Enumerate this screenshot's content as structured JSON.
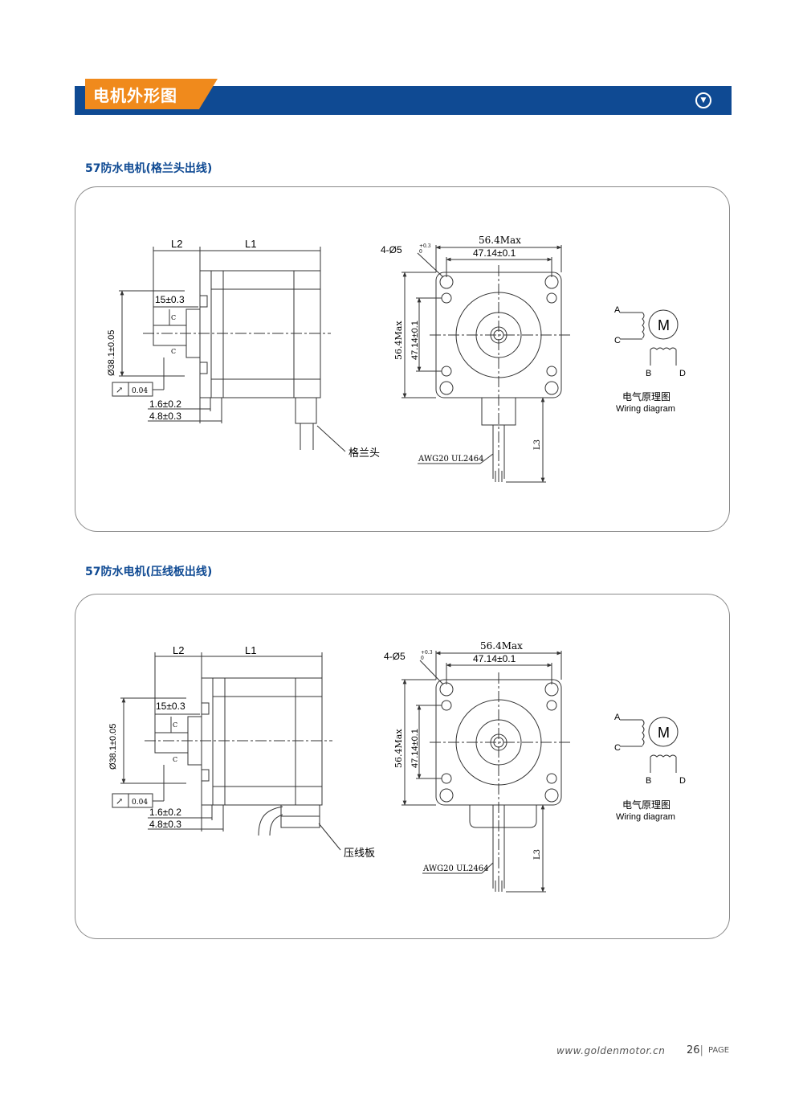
{
  "header": {
    "title": "电机外形图",
    "icon": "chevron-down-circle-icon",
    "bar_color": "#0f4a93",
    "tab_color": "#f08a1c"
  },
  "sections": [
    {
      "title": "57防水电机(格兰头出线)",
      "side_view": {
        "l2": "L2",
        "l1": "L1",
        "shaft_len": "15±0.3",
        "flat": "C",
        "pilot_dia": "Ø38.1±0.05",
        "runout_symbol": "↗",
        "runout": "0.04",
        "dim_a": "1.6±0.2",
        "dim_b": "4.8±0.3",
        "callout": "格兰头"
      },
      "front_view": {
        "holes": "4-Ø5",
        "hole_tol_upper": "+0.3",
        "hole_tol_lower": "0",
        "width_max": "56.4Max",
        "hole_pitch": "47.14±0.1",
        "height_max": "56.4Max",
        "hole_pitch_v": "47.14±0.1",
        "cable": "AWG20 UL2464",
        "lead_len": "L3"
      }
    },
    {
      "title": "57防水电机(压线板出线)",
      "side_view": {
        "l2": "L2",
        "l1": "L1",
        "shaft_len": "15±0.3",
        "flat": "C",
        "pilot_dia": "Ø38.1±0.05",
        "runout_symbol": "↗",
        "runout": "0.04",
        "dim_a": "1.6±0.2",
        "dim_b": "4.8±0.3",
        "callout": "压线板"
      },
      "front_view": {
        "holes": "4-Ø5",
        "hole_tol_upper": "+0.3",
        "hole_tol_lower": "0",
        "width_max": "56.4Max",
        "hole_pitch": "47.14±0.1",
        "height_max": "56.4Max",
        "hole_pitch_v": "47.14±0.1",
        "cable": "AWG20 UL2464",
        "lead_len": "L3"
      }
    }
  ],
  "wiring": {
    "a": "A",
    "c": "C",
    "b": "B",
    "d": "D",
    "motor": "M",
    "title_cn": "电气原理图",
    "title_en": "Wiring diagram"
  },
  "footer": {
    "url": "www.goldenmotor.cn",
    "page_num": "26",
    "page_label": "PAGE"
  }
}
